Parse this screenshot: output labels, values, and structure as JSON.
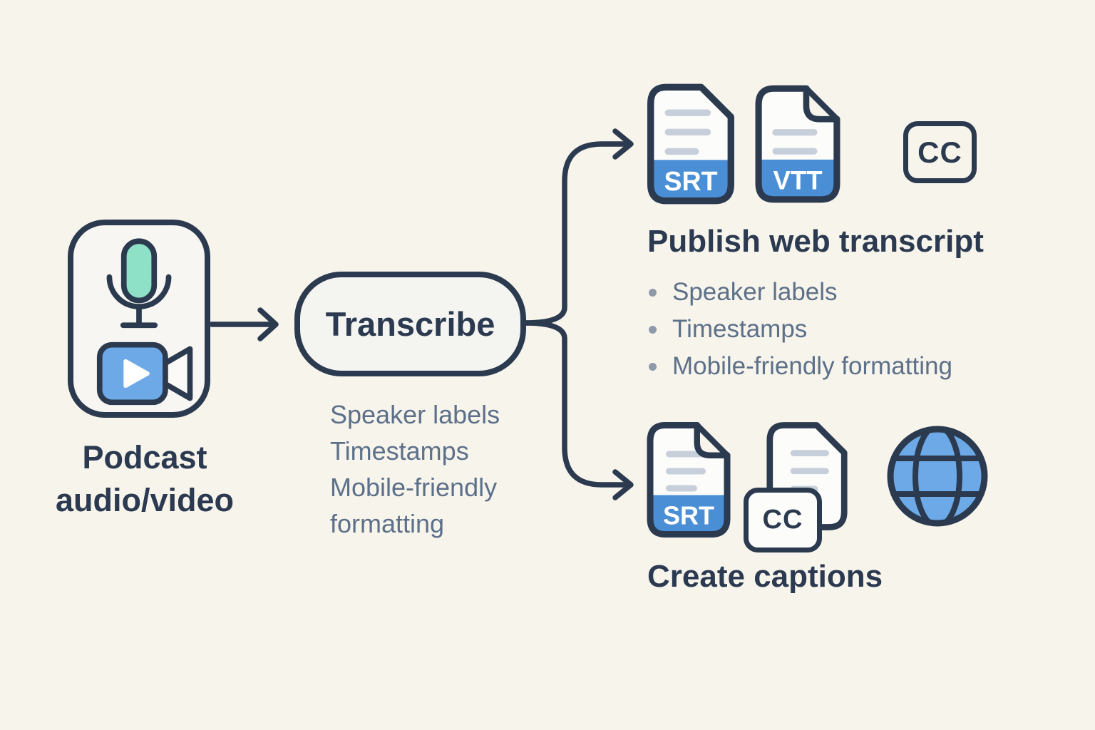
{
  "palette": {
    "background": "#f7f4ec",
    "ink_navy": "#2b3a4f",
    "text_navy": "#2b3a50",
    "text_slate": "#5d7089",
    "bullet_gray": "#8e9aab",
    "accent_blue": "#4a8ed6",
    "light_blue": "#6ca9e6",
    "mint_green": "#8ee0c7",
    "file_fill": "#fcfcfb",
    "file_line_gray": "#c7cfda"
  },
  "source": {
    "label_lines": [
      "Podcast",
      "audio/video"
    ]
  },
  "process": {
    "label": "Transcribe",
    "features": [
      "Speaker labels",
      "Timestamps",
      "Mobile-friendly formatting"
    ]
  },
  "outputs": {
    "web": {
      "title": "Publish web transcript",
      "file_badges": [
        "SRT",
        "VTT"
      ],
      "cc_badge": "CC",
      "bullets": [
        "Speaker labels",
        "Timestamps",
        "Mobile-friendly formatting"
      ]
    },
    "captions": {
      "title": "Create captions",
      "file_badges": [
        "SRT"
      ],
      "cc_badge": "CC"
    }
  }
}
